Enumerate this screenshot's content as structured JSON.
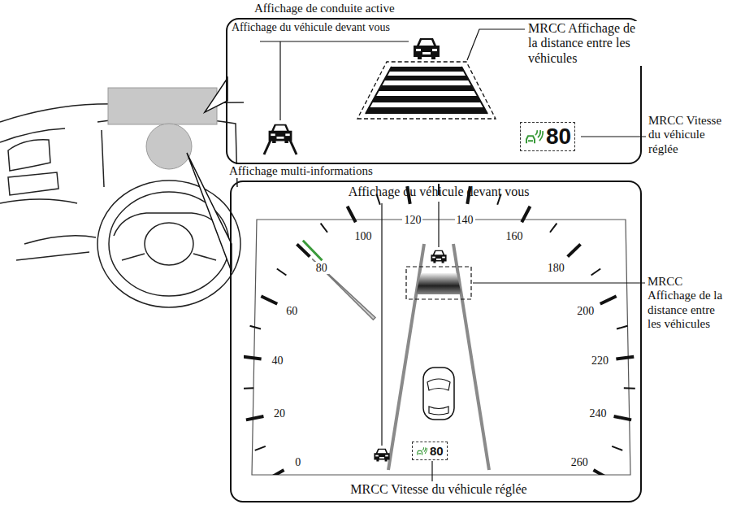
{
  "diagram": {
    "nodes": [
      {
        "text": [
          "Affichage de conduite active"
        ]
      },
      {
        "text": [
          "80"
        ],
        "in": 0
      },
      {
        "text": [
          "Affichage multi-informations"
        ]
      },
      {
        "text": [
          "80"
        ],
        "in": 2
      }
    ],
    "labels": [
      "Affichage du véhicule devant vous",
      "MRCC Affichage de la distance entre les véhicules",
      "MRCC Vitesse du véhicule réglée",
      "Affichage du véhicule devant vous",
      "0",
      "20",
      "40",
      "60",
      "80",
      "100",
      "120",
      "140",
      "160",
      "180",
      "200",
      "220",
      "240",
      "260",
      "MRCC Affichage de la distance entre les véhicules",
      "MRCC Vitesse du véhicule réglée"
    ]
  }
}
